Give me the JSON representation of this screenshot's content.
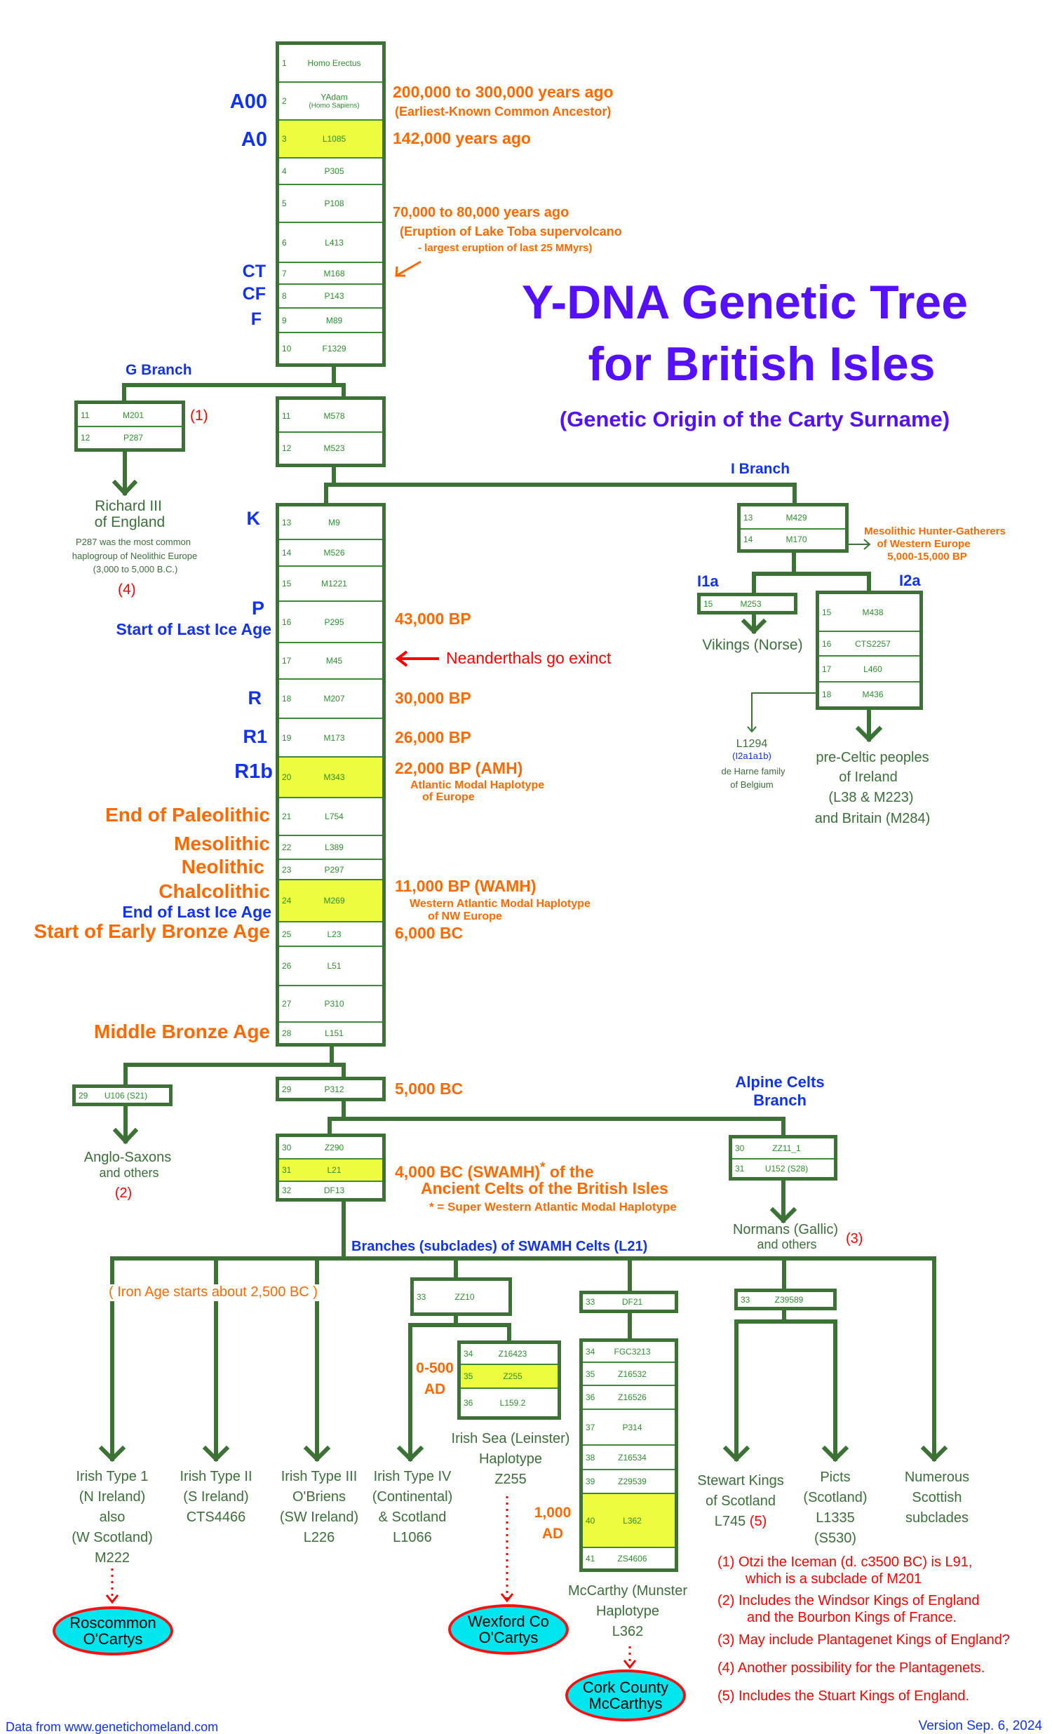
{
  "title": {
    "line1": "Y-DNA Genetic Tree",
    "line2": "for British Isles",
    "subtitle": "(Genetic Origin of the Carty Surname)"
  },
  "colors": {
    "tree_green": "#3c7236",
    "highlight": "#eefc3f",
    "orange": "#ff6a00",
    "blue": "#1133ee",
    "title_purple": "#5511ff",
    "red": "#ff0000",
    "oval_fill": "#00e6ee"
  },
  "boxes": {
    "main_a": [
      {
        "n": "1",
        "name": "Homo Erectus"
      },
      {
        "n": "2",
        "name": "YAdam",
        "sub": "(Homo Sapiens)"
      },
      {
        "n": "3",
        "name": "L1085",
        "highlight": true
      },
      {
        "n": "4",
        "name": "P305"
      },
      {
        "n": "5",
        "name": "P108"
      },
      {
        "n": "6",
        "name": "L413"
      },
      {
        "n": "7",
        "name": "M168"
      },
      {
        "n": "8",
        "name": "P143"
      },
      {
        "n": "9",
        "name": "M89"
      },
      {
        "n": "10",
        "name": "F1329"
      }
    ],
    "main_b": [
      {
        "n": "11",
        "name": "M578"
      },
      {
        "n": "12",
        "name": "M523"
      }
    ],
    "g": [
      {
        "n": "11",
        "name": "M201"
      },
      {
        "n": "12",
        "name": "P287"
      }
    ],
    "k": [
      {
        "n": "13",
        "name": "M9"
      },
      {
        "n": "14",
        "name": "M526"
      },
      {
        "n": "15",
        "name": "M1221"
      },
      {
        "n": "16",
        "name": "P295"
      },
      {
        "n": "17",
        "name": "M45"
      },
      {
        "n": "18",
        "name": "M207"
      },
      {
        "n": "19",
        "name": "M173"
      },
      {
        "n": "20",
        "name": "M343",
        "highlight": true
      },
      {
        "n": "21",
        "name": "L754"
      },
      {
        "n": "22",
        "name": "L389"
      },
      {
        "n": "23",
        "name": "P297"
      },
      {
        "n": "24",
        "name": "M269",
        "highlight": true
      },
      {
        "n": "25",
        "name": "L23"
      },
      {
        "n": "26",
        "name": "L51"
      },
      {
        "n": "27",
        "name": "P310"
      },
      {
        "n": "28",
        "name": "L151"
      }
    ],
    "i": [
      {
        "n": "13",
        "name": "M429"
      },
      {
        "n": "14",
        "name": "M170"
      }
    ],
    "i1a": [
      {
        "n": "15",
        "name": "M253"
      }
    ],
    "i2a": [
      {
        "n": "15",
        "name": "M438"
      },
      {
        "n": "16",
        "name": "CTS2257"
      },
      {
        "n": "17",
        "name": "L460"
      },
      {
        "n": "18",
        "name": "M436"
      }
    ],
    "u106": [
      {
        "n": "29",
        "name": "U106 (S21)"
      }
    ],
    "p312": [
      {
        "n": "29",
        "name": "P312"
      }
    ],
    "z290": [
      {
        "n": "30",
        "name": "Z290"
      },
      {
        "n": "31",
        "name": "L21",
        "highlight": true
      },
      {
        "n": "32",
        "name": "DF13"
      }
    ],
    "zz11": [
      {
        "n": "30",
        "name": "ZZ11_1"
      },
      {
        "n": "31",
        "name": "U152 (S28)"
      }
    ],
    "zz10": [
      {
        "n": "33",
        "name": "ZZ10"
      }
    ],
    "z16423": [
      {
        "n": "34",
        "name": "Z16423"
      },
      {
        "n": "35",
        "name": "Z255",
        "highlight": true
      },
      {
        "n": "36",
        "name": "L159.2"
      }
    ],
    "df21": [
      {
        "n": "33",
        "name": "DF21"
      }
    ],
    "fgc": [
      {
        "n": "34",
        "name": "FGC3213"
      },
      {
        "n": "35",
        "name": "Z16532"
      },
      {
        "n": "36",
        "name": "Z16526"
      },
      {
        "n": "37",
        "name": "P314"
      },
      {
        "n": "38",
        "name": "Z16534"
      },
      {
        "n": "39",
        "name": "Z29539"
      },
      {
        "n": "40",
        "name": "L362",
        "highlight": true
      },
      {
        "n": "41",
        "name": "ZS4606"
      }
    ],
    "z39589": [
      {
        "n": "33",
        "name": "Z39589"
      }
    ]
  },
  "left_labels": {
    "a00": "A00",
    "a0": "A0",
    "ct": "CT",
    "cf": "CF",
    "f": "F",
    "k": "K",
    "p": "P",
    "start_last_ice_age": "Start of Last Ice Age",
    "r": "R",
    "r1": "R1",
    "r1b": "R1b",
    "end_paleolithic": "End of Paleolithic",
    "mesolithic": "Mesolithic",
    "neolithic": "Neolithic",
    "chalcolithic": "Chalcolithic",
    "end_last_ice_age": "End of Last Ice Age",
    "start_early_bronze": "Start of Early Bronze Age",
    "middle_bronze": "Middle Bronze Age"
  },
  "right_labels": {
    "yadam_date": "200,000 to 300,000 years ago",
    "yadam_note": "(Earliest-Known Common Ancestor)",
    "l1085_date": "142,000 years ago",
    "toba_date": "70,000 to 80,000 years ago",
    "toba_note1": "(Eruption of  Lake Toba supervolcano",
    "toba_note2": "- largest eruption of last 25 MMyrs)",
    "p295_date": "43,000 BP",
    "neanderthals": "Neanderthals go exinct",
    "m207_date": "30,000 BP",
    "m173_date": "26,000 BP",
    "m343_date": "22,000 BP (AMH)",
    "amh_note1": "Atlantic Modal Haplotype",
    "amh_note2": "of Europe",
    "m269_date": "11,000 BP (WAMH)",
    "wamh_note1": "Western Atlantic Modal Haplotype",
    "wamh_note2": "of NW Europe",
    "l23_date": "6,000 BC",
    "p312_date": "5,000 BC",
    "l21_date": "4,000 BC  (SWAMH)",
    "l21_star": "*",
    "l21_of_the": "of the",
    "l21_note": "Ancient Celts of the British Isles",
    "swamh_note": "* = Super Western Atlantic Modal Haplotype"
  },
  "branches": {
    "g_branch": "G Branch",
    "i_branch": "I Branch",
    "i1a": "I1a",
    "i2a": "I2a",
    "alpine1": "Alpine Celts",
    "alpine2": "Branch",
    "l21_branches": "Branches (subclades) of SWAMH Celts (L21)"
  },
  "outcomes": {
    "richard1": "Richard III",
    "richard2": "of England",
    "p287_note1": "P287 was the most common",
    "p287_note2": "haplogroup of Neolithic Europe",
    "p287_note3": "(3,000 to 5,000 B.C.)",
    "ref1": "(1)",
    "ref4": "(4)",
    "mesolithic_hg1": "Mesolithic Hunter-Gatherers",
    "mesolithic_hg2": "of Western Europe",
    "mesolithic_hg3": "5,000-15,000 BP",
    "vikings": "Vikings (Norse)",
    "l1294": "L1294",
    "l1294_sub": "(I2a1a1b)",
    "deharne1": "de Harne family",
    "deharne2": "of Belgium",
    "precelt1": "pre-Celtic peoples",
    "precelt2": "of Ireland",
    "precelt3": "(L38 & M223)",
    "precelt4": "and Britain (M284)",
    "anglo1": "Anglo-Saxons",
    "anglo2": "and others",
    "ref2": "(2)",
    "normans1": "Normans (Gallic)",
    "normans2": "and others",
    "ref3": "(3)",
    "iron_age": "( Iron Age starts about 2,500 BC )",
    "irish1": [
      "Irish Type 1",
      "(N Ireland)",
      "also",
      "(W Scotland)",
      "M222"
    ],
    "irish2": [
      "Irish Type II",
      "(S Ireland)",
      "CTS4466"
    ],
    "irish3": [
      "Irish Type III",
      "O'Briens",
      "(SW Ireland)",
      "L226"
    ],
    "irish4": [
      "Irish Type IV",
      "(Continental)",
      "& Scotland",
      "L1066"
    ],
    "ad_0_500": [
      "0-500",
      "AD"
    ],
    "irish_sea": [
      "Irish Sea (Leinster)",
      "Haplotype",
      "Z255"
    ],
    "ad_1000": [
      "1,000",
      "AD"
    ],
    "mccarthy": [
      "McCarthy (Munster",
      "Haplotype",
      "L362"
    ],
    "stewart": [
      "Stewart Kings",
      "of Scotland",
      "L745"
    ],
    "ref5": "(5)",
    "picts": [
      "Picts",
      "(Scotland)",
      "L1335",
      "(S530)"
    ],
    "numerous": [
      "Numerous",
      "Scottish",
      "subclades"
    ],
    "roscommon": [
      "Roscommon",
      "O'Cartys"
    ],
    "wexford": [
      "Wexford Co",
      "O'Cartys"
    ],
    "cork": [
      "Cork County",
      "McCarthys"
    ]
  },
  "footnotes": [
    [
      "(1) Otzi the Iceman (d. c3500 BC) is L91,",
      "which is a subclade of M201"
    ],
    [
      "(2) Includes the Windsor Kings of England",
      "and the Bourbon Kings of France."
    ],
    [
      "(3) May include Plantagenet Kings of England?"
    ],
    [
      "(4) Another possibility for the Plantagenets."
    ],
    [
      "(5) Includes the Stuart Kings of England."
    ]
  ],
  "footer": {
    "source": "Data from www.genetichomeland.com",
    "version": "Version Sep. 6, 2024"
  }
}
